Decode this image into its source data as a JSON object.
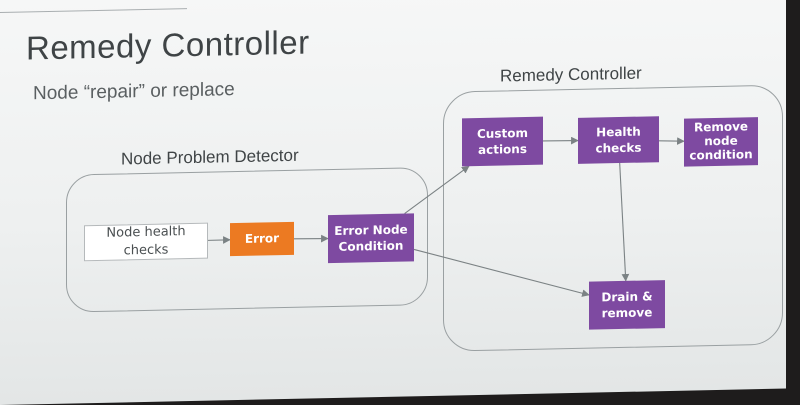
{
  "slide": {
    "title": "Remedy Controller",
    "subtitle": "Node “repair” or replace"
  },
  "groups": {
    "detector": {
      "label": "Node Problem Detector"
    },
    "controller": {
      "label": "Remedy Controller"
    }
  },
  "nodes": {
    "node_health_checks": "Node health checks",
    "error": "Error",
    "error_node_condition": "Error Node Condition",
    "custom_actions": "Custom actions",
    "health_checks": "Health checks",
    "remove_node_condition": "Remove node condition",
    "drain_remove": "Drain & remove"
  },
  "colors": {
    "node_purple": "#7e4aa1",
    "node_orange": "#ec7a22",
    "node_white": "#ffffff",
    "group_border": "#9aa0a2"
  },
  "edges": [
    [
      "node_health_checks",
      "error"
    ],
    [
      "error",
      "error_node_condition"
    ],
    [
      "error_node_condition",
      "custom_actions"
    ],
    [
      "error_node_condition",
      "drain_remove"
    ],
    [
      "custom_actions",
      "health_checks"
    ],
    [
      "health_checks",
      "remove_node_condition"
    ],
    [
      "health_checks",
      "drain_remove"
    ]
  ]
}
